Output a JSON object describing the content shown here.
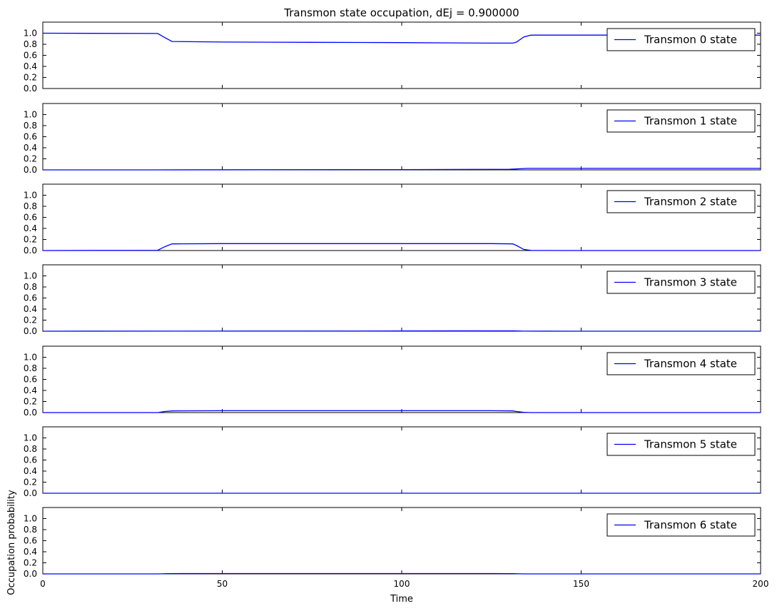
{
  "title": "Transmon state occupation, dEj = 0.900000",
  "xlabel": "Time",
  "ylabel": "Occupation probability",
  "colors": {
    "line": "#0000ff",
    "axis": "#000000",
    "background": "#ffffff"
  },
  "chart_data": {
    "type": "line",
    "title": "Transmon state occupation, dEj = 0.900000",
    "xlabel": "Time",
    "ylabel": "Occupation probability",
    "xlim": [
      0,
      200
    ],
    "ylim": [
      0,
      1.2
    ],
    "x_ticks": [
      0,
      50,
      100,
      150,
      200
    ],
    "y_ticks": [
      0.0,
      0.2,
      0.4,
      0.6,
      0.8,
      1.0
    ],
    "y_tick_labels": [
      "0.0",
      "0.2",
      "0.4",
      "0.6",
      "0.8",
      "1.0"
    ],
    "x_tick_labels": [
      "0",
      "50",
      "100",
      "150",
      "200"
    ],
    "grid": false,
    "legend_position": "upper-right",
    "subplots": [
      {
        "name": "Transmon 0 state",
        "x": [
          0,
          32,
          34,
          36,
          50,
          75,
          100,
          125,
          131,
          132,
          134,
          136,
          150,
          175,
          200
        ],
        "y": [
          1.0,
          0.995,
          0.92,
          0.85,
          0.84,
          0.835,
          0.83,
          0.82,
          0.82,
          0.84,
          0.93,
          0.965,
          0.965,
          0.965,
          0.965
        ]
      },
      {
        "name": "Transmon 1 state",
        "x": [
          0,
          30,
          60,
          100,
          130,
          133,
          135,
          150,
          200
        ],
        "y": [
          0.0,
          0.0,
          0.002,
          0.005,
          0.01,
          0.02,
          0.027,
          0.027,
          0.027
        ]
      },
      {
        "name": "Transmon 2 state",
        "x": [
          0,
          32,
          34,
          36,
          50,
          75,
          100,
          125,
          131,
          132,
          134,
          136,
          150,
          200
        ],
        "y": [
          0.0,
          0.005,
          0.07,
          0.12,
          0.125,
          0.125,
          0.125,
          0.125,
          0.12,
          0.09,
          0.02,
          0.003,
          0.0,
          0.0
        ]
      },
      {
        "name": "Transmon 3 state",
        "x": [
          0,
          60,
          100,
          125,
          131,
          134,
          150,
          200
        ],
        "y": [
          0.0,
          0.002,
          0.004,
          0.006,
          0.006,
          0.001,
          0.0,
          0.0
        ]
      },
      {
        "name": "Transmon 4 state",
        "x": [
          0,
          32,
          34,
          36,
          50,
          75,
          100,
          125,
          131,
          132,
          134,
          136,
          150,
          200
        ],
        "y": [
          0.0,
          0.0,
          0.02,
          0.03,
          0.033,
          0.034,
          0.034,
          0.033,
          0.03,
          0.02,
          0.005,
          0.0,
          0.0,
          0.0
        ]
      },
      {
        "name": "Transmon 5 state",
        "x": [
          0,
          50,
          100,
          150,
          200
        ],
        "y": [
          0.0,
          0.0,
          0.0,
          0.0,
          0.0
        ]
      },
      {
        "name": "Transmon 6 state",
        "x": [
          0,
          32,
          35,
          50,
          100,
          125,
          131,
          134,
          150,
          200
        ],
        "y": [
          0.0,
          0.0,
          0.005,
          0.006,
          0.006,
          0.006,
          0.005,
          0.0,
          0.0,
          0.0
        ]
      }
    ]
  }
}
